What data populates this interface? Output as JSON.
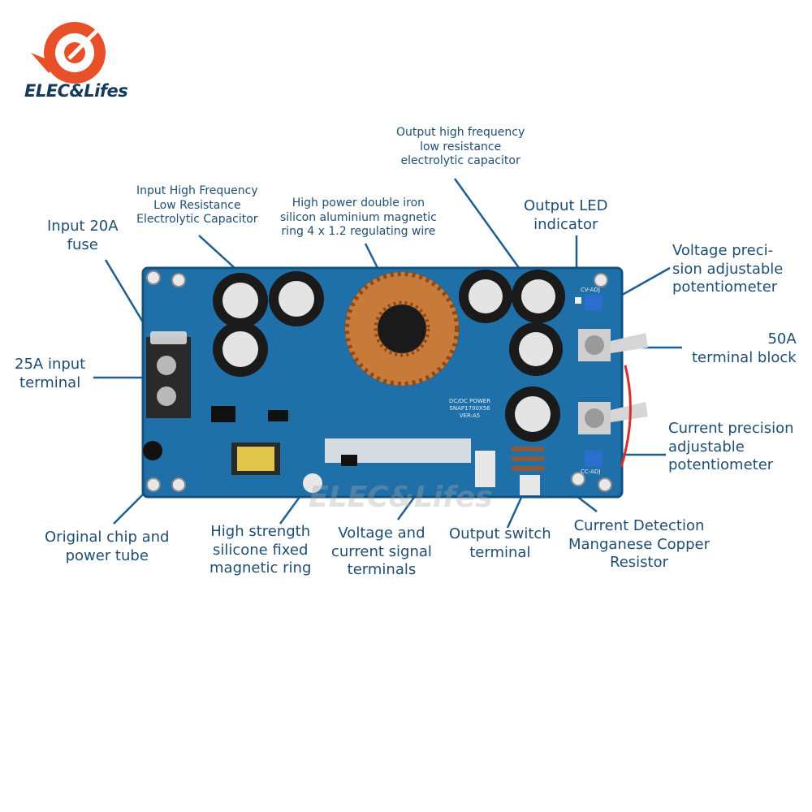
{
  "brand": {
    "name": "ELEC&Lifes",
    "colors": {
      "logo_orange": "#e8502a",
      "text_dark": "#143a5c"
    }
  },
  "colors": {
    "label_text": "#1f4e72",
    "pcb_blue": "#1f6fa8",
    "leader_line": "#1f5f8f",
    "copper": "#c87a3a"
  },
  "labels": {
    "input_fuse": [
      "Input 20A",
      "fuse"
    ],
    "input_capacitor": [
      "Input High Frequency",
      "Low Resistance",
      "Electrolytic Capacitor"
    ],
    "magnetic_ring": [
      "High power double iron",
      "silicon aluminium magnetic",
      "ring 4 x 1.2 regulating wire"
    ],
    "output_capacitor": [
      "Output high frequency",
      "low resistance",
      "electrolytic capacitor"
    ],
    "output_led": [
      "Output LED",
      "indicator"
    ],
    "voltage_pot": [
      "Voltage preci-",
      "sion adjustable",
      "potentiometer"
    ],
    "terminal_50a": [
      "50A",
      "terminal block"
    ],
    "input_terminal_25a": [
      "25A input",
      "terminal"
    ],
    "current_pot": [
      "Current precision",
      "adjustable",
      "potentiometer"
    ],
    "chip_tube": [
      "Original chip and",
      "power tube"
    ],
    "silicone_ring": [
      "High strength",
      "silicone fixed",
      "magnetic ring"
    ],
    "signal_terminals": [
      "Voltage and",
      "current signal",
      "terminals"
    ],
    "switch_terminal": [
      "Output switch",
      "terminal"
    ],
    "current_resistor": [
      "Current Detection",
      "Manganese Copper",
      "Resistor"
    ]
  },
  "board_silkscreen": {
    "product": [
      "DC/DC POWER",
      "SNAP1700X56",
      "VER:A5"
    ],
    "cv_adj": "CV-ADJ",
    "cc_adj": "CC-ADJ"
  },
  "watermark": "ELEC&Lifes"
}
